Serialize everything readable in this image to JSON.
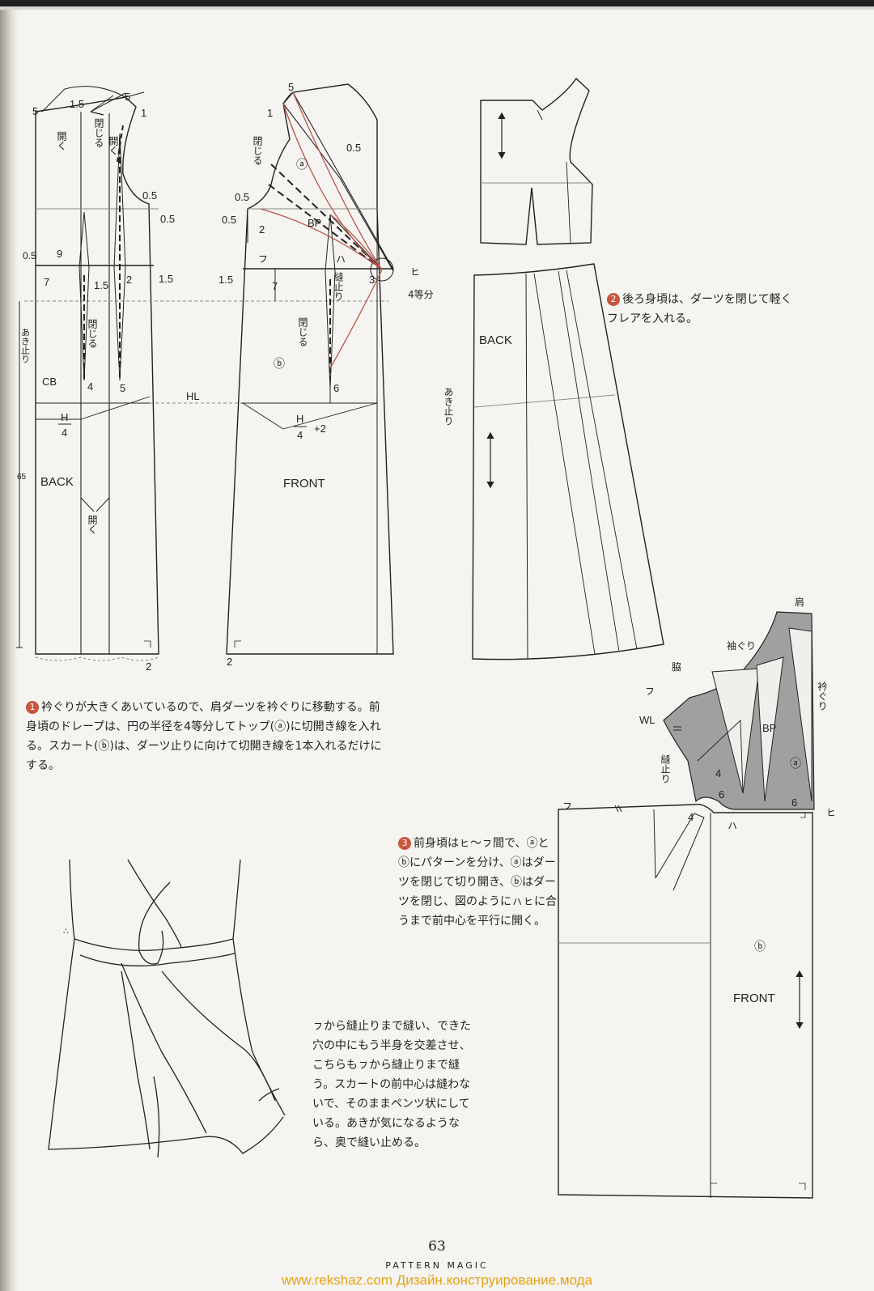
{
  "page": {
    "number": "63",
    "book_title": "PATTERN MAGIC",
    "watermark": "www.rekshaz.com Дизайн.конструирование.мода"
  },
  "colors": {
    "paper": "#f5f4f0",
    "line": "#222222",
    "drape": "#b8564a",
    "shade": "#9e9e9e",
    "note_number": "#c8563f",
    "watermark": "#e8a316"
  },
  "notes": {
    "note1": {
      "number": "1",
      "text": "衿ぐりが大きくあいているので、肩ダーツを衿ぐりに移動する。前身頃のドレープは、円の半径を4等分してトップ(ⓐ)に切開き線を入れる。スカート(ⓑ)は、ダーツ止りに向けて切開き線を1本入れるだけにする。"
    },
    "note2": {
      "number": "2",
      "text": "後ろ身頃は、ダーツを閉じて軽くフレアを入れる。"
    },
    "note3": {
      "number": "3",
      "text": "前身頃はㇶ〜ㇷ間で、ⓐとⓑにパターンを分け、ⓐはダーツを閉じて切り開き、ⓑはダーツを閉じ、図のようにㇵㇶに合うまで前中心を平行に開く。"
    },
    "note4": {
      "text": "ㇷから縫止りまで縫い、できた穴の中にもう半身を交差させ、こちらもㇷから縫止りまで縫う。スカートの前中心は縫わないで、そのままペンツ状にしている。あきが気になるようなら、奥で縫い止める。"
    }
  },
  "labels": {
    "back_left": {
      "neck_5": "5",
      "shoulder_15": "1.5",
      "shoulder_5": "5",
      "shoulder_1": "1",
      "hiraku1": "開く",
      "tojiru1": "閉じる",
      "hiraku2": "開く",
      "arm_05a": "0.5",
      "arm_05b": "0.5",
      "side_05": "0.5",
      "w9": "9",
      "w15a": "1.5",
      "w2": "2",
      "w15b": "1.5",
      "h7": "7",
      "akidomari": "あき止り",
      "tojiru2": "閉じる",
      "cb": "CB",
      "d4": "4",
      "d5": "5",
      "hl": "HL",
      "h_top": "H",
      "h_bot": "4",
      "len65": "65",
      "back": "BACK",
      "hiraku3": "開く",
      "hem2": "2"
    },
    "front_left": {
      "neck_5": "5",
      "shoulder_1": "1",
      "tojiru1": "閉じる",
      "circle_a": "ⓐ",
      "s05": "0.5",
      "a05": "0.5",
      "b05": "0.5",
      "c2": "2",
      "bp": "BP",
      "u": "ㇷ",
      "a_kana": "ㇵ",
      "i_kana": "ㇶ",
      "nuidomari": "縫止り",
      "c3": "3",
      "four": "4等分",
      "l15": "1.5",
      "h7": "7",
      "tojiru2": "閉じる",
      "circle_b": "ⓑ",
      "d6": "6",
      "h_top": "H",
      "h_bot": "4",
      "plus2": "+2",
      "front": "FRONT",
      "hem2": "2"
    },
    "back_right": {
      "back": "BACK",
      "akidomari": "あき止り"
    },
    "front_right": {
      "kata": "肩",
      "sodeguri": "袖ぐり",
      "waki": "脇",
      "eri": "衿ぐり",
      "u1": "ㇷ",
      "wl": "WL",
      "bp": "BP",
      "nuidomari": "縫止り",
      "circle_a": "ⓐ",
      "d4a": "4",
      "d6a": "6",
      "d6b": "6",
      "d4b": "4",
      "u2": "ㇷ",
      "a_kana": "ㇵ",
      "i_kana": "ㇶ",
      "circle_b": "ⓑ",
      "front": "FRONT"
    }
  }
}
